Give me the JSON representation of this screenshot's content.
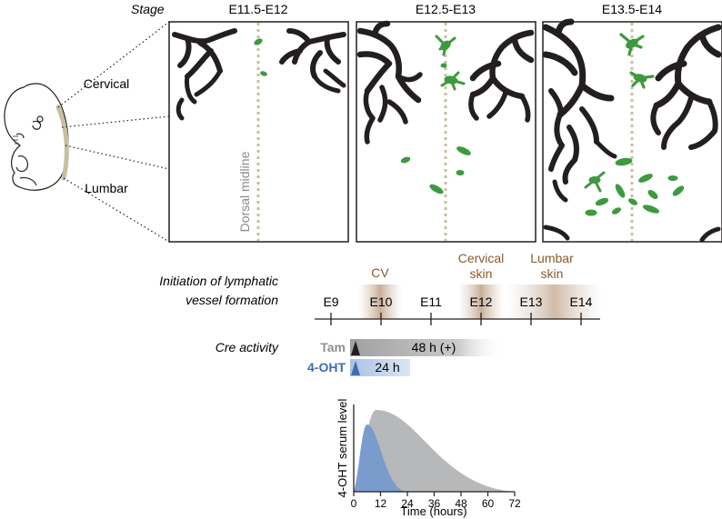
{
  "stage_label": "Stage",
  "panels": [
    {
      "stage": "E11.5-E12"
    },
    {
      "stage": "E12.5-E13"
    },
    {
      "stage": "E13.5-E14"
    }
  ],
  "region_labels": {
    "cervical": "Cervical",
    "lumbar": "Lumbar"
  },
  "midline_label": "Dorsal midline",
  "initiation": {
    "title_line1": "Initiation of lymphatic",
    "title_line2": "vessel formation",
    "timepoints": [
      "E9",
      "E10",
      "E11",
      "E12",
      "E13",
      "E14"
    ],
    "events": [
      {
        "label": "CV",
        "at": "E10"
      },
      {
        "label": "Cervical skin",
        "line1": "Cervical",
        "line2": "skin",
        "at": "E12"
      },
      {
        "label": "Lumbar skin",
        "line1": "Lumbar",
        "line2": "skin",
        "at": "E13.5"
      }
    ]
  },
  "cre": {
    "title": "Cre activity",
    "tam_label": "Tam",
    "tam_duration": "48 h (+)",
    "oht_label": "4-OHT",
    "oht_duration": "24 h"
  },
  "chart_data": {
    "type": "area",
    "xlabel": "Time (hours)",
    "ylabel": "4-OHT serum level",
    "x_ticks": [
      0,
      12,
      24,
      36,
      48,
      60,
      72
    ],
    "xlim": [
      0,
      72
    ],
    "series": [
      {
        "color": "#b7b8b9",
        "peak_x": 10,
        "end_x": 72
      },
      {
        "color": "#7a9ccd",
        "peak_x": 6,
        "end_x": 23
      }
    ]
  },
  "colors": {
    "vessel": "#231f20",
    "lec_cluster": "#3d9a3e",
    "midline": "#c8bf9f",
    "event_text": "#8a5a2b",
    "tam": "#8e8f91",
    "oht": "#3f6db3",
    "oht_bar": "#c6d6ec"
  }
}
